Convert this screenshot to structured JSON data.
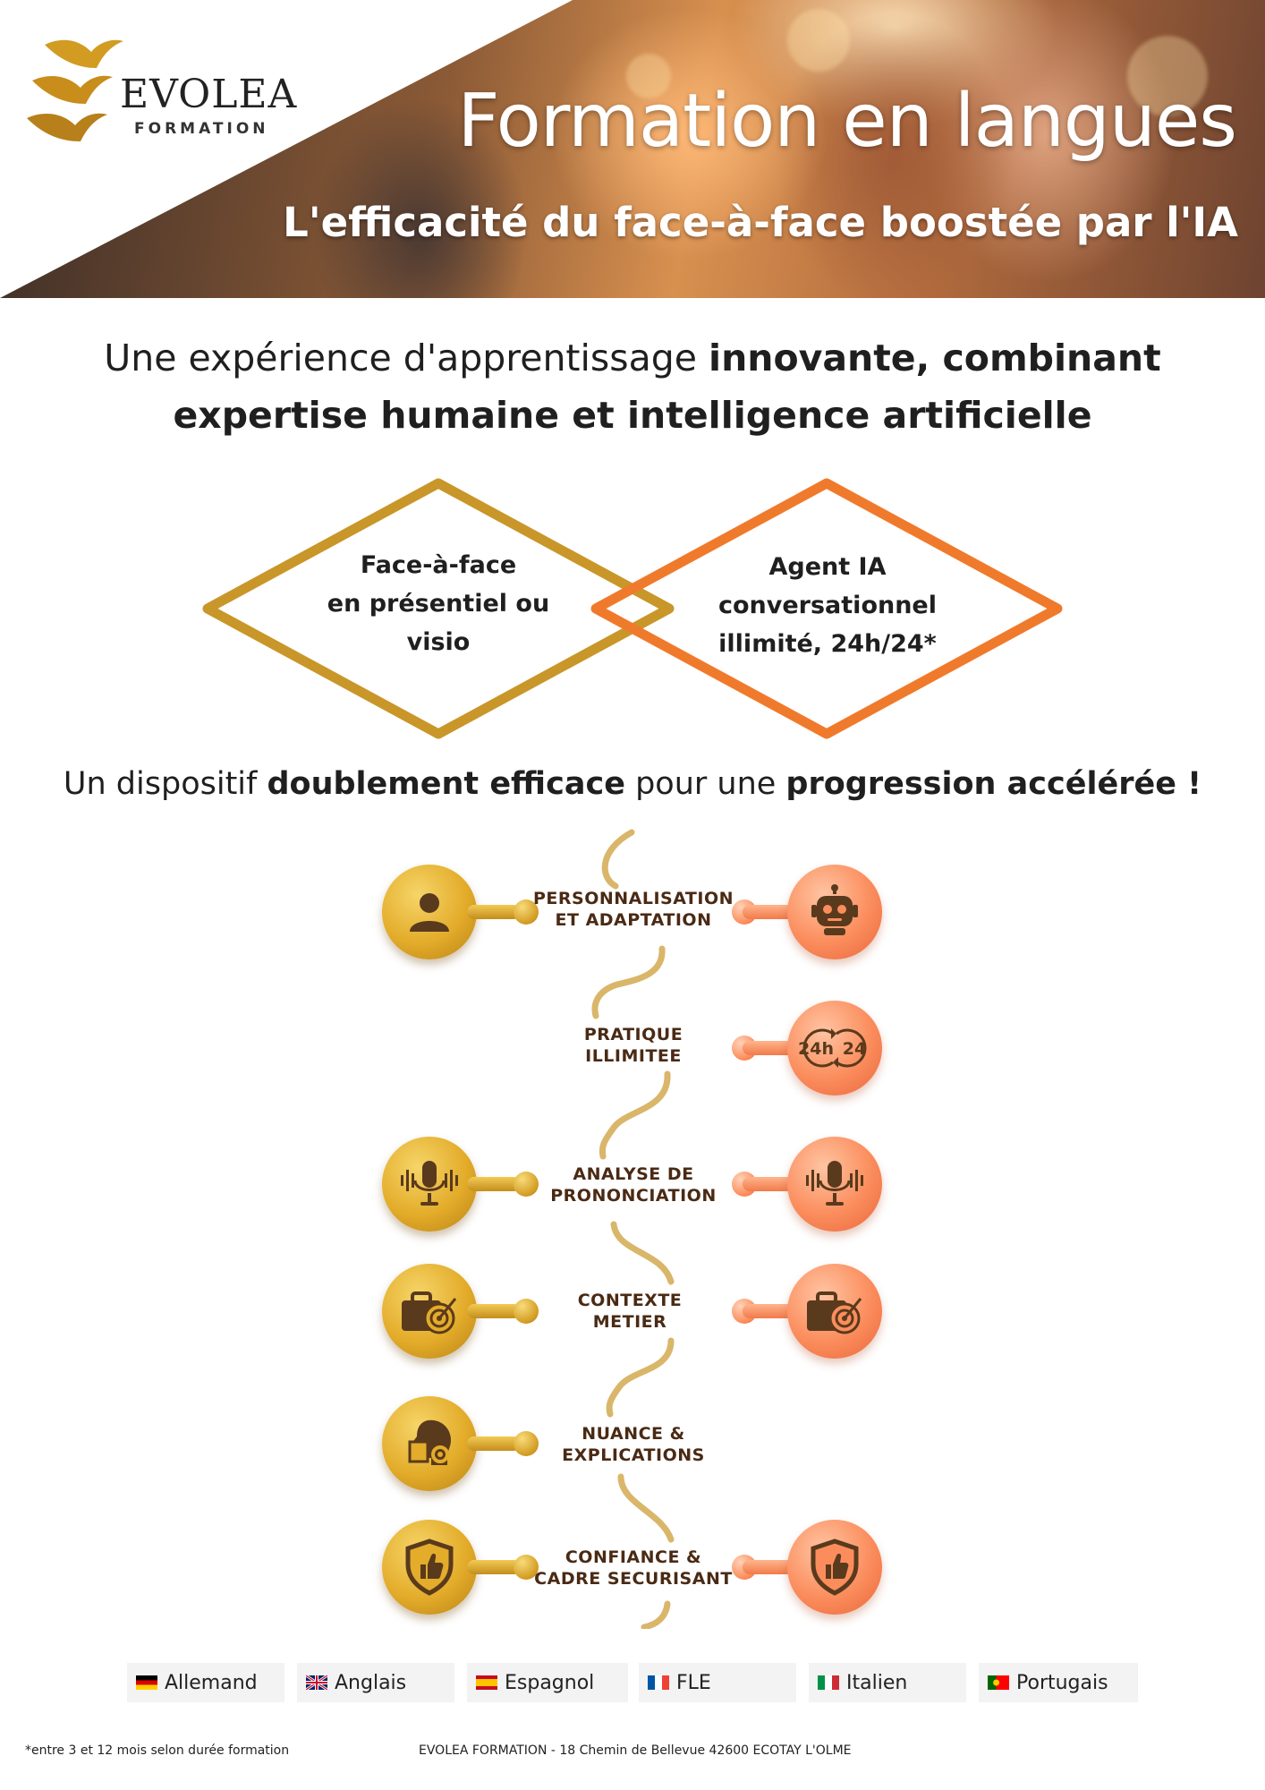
{
  "header": {
    "logo_name": "EVOLEA",
    "logo_sub": "FORMATION",
    "title": "Formation en langues",
    "subtitle": "L'efficacité du face-à-face boostée par l'IA"
  },
  "headline": {
    "part1": "Une expérience d'apprentissage ",
    "part1_bold": "innovante, combinant",
    "line2_bold": "expertise humaine et intelligence artificielle"
  },
  "diamonds": {
    "left": [
      "Face-à-face",
      "en présentiel ou",
      "visio"
    ],
    "right": [
      "Agent IA",
      "conversationnel",
      "illimité, 24h/24*"
    ],
    "left_color": "#c9962a",
    "right_color": "#f07a2c"
  },
  "subhead": {
    "part1": "Un dispositif ",
    "bold1": "doublement efficace",
    "part2": " pour une ",
    "bold2": "progression accélérée !"
  },
  "features": [
    {
      "line1": "PERSONNALISATION",
      "line2": "ET ADAPTATION",
      "left_icon": "user-icon",
      "right_icon": "robot-icon"
    },
    {
      "line1": "PRATIQUE",
      "line2": "ILLIMITEE",
      "left_icon": "",
      "right_icon": "24h-icon",
      "right_text_a": "24h",
      "right_text_b": "24"
    },
    {
      "line1": "ANALYSE DE",
      "line2": "PRONONCIATION",
      "left_icon": "microphone-icon",
      "right_icon": "microphone-icon"
    },
    {
      "line1": "CONTEXTE",
      "line2": "METIER",
      "left_icon": "briefcase-target-icon",
      "right_icon": "briefcase-target-icon"
    },
    {
      "line1": "NUANCE &",
      "line2": "EXPLICATIONS",
      "left_icon": "puzzle-head-icon",
      "right_icon": ""
    },
    {
      "line1": "CONFIANCE &",
      "line2": "CADRE SECURISANT",
      "left_icon": "shield-thumb-icon",
      "right_icon": "shield-thumb-icon"
    }
  ],
  "languages": [
    "Allemand",
    "Anglais",
    "Espagnol",
    "FLE",
    "Italien",
    "Portugais"
  ],
  "footer": {
    "note": "*entre 3 et 12 mois selon durée formation",
    "address": "EVOLEA FORMATION - 18 Chemin de Bellevue 42600 ECOTAY L'OLME"
  },
  "colors": {
    "gold": "#e3ac2a",
    "orange": "#fb8d5d",
    "label_brown": "#4a2a14"
  }
}
